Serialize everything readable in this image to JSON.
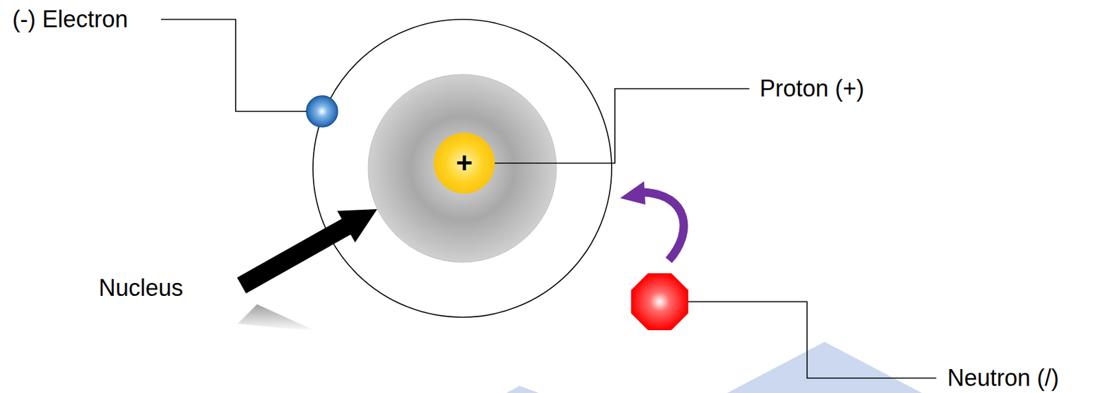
{
  "diagram": {
    "nodes": [
      {
        "text": [
          "+"
        ]
      }
    ],
    "labels": [
      "(-) Electron",
      "Proton (+)",
      "Nucleus",
      "Neutron (/)"
    ]
  }
}
